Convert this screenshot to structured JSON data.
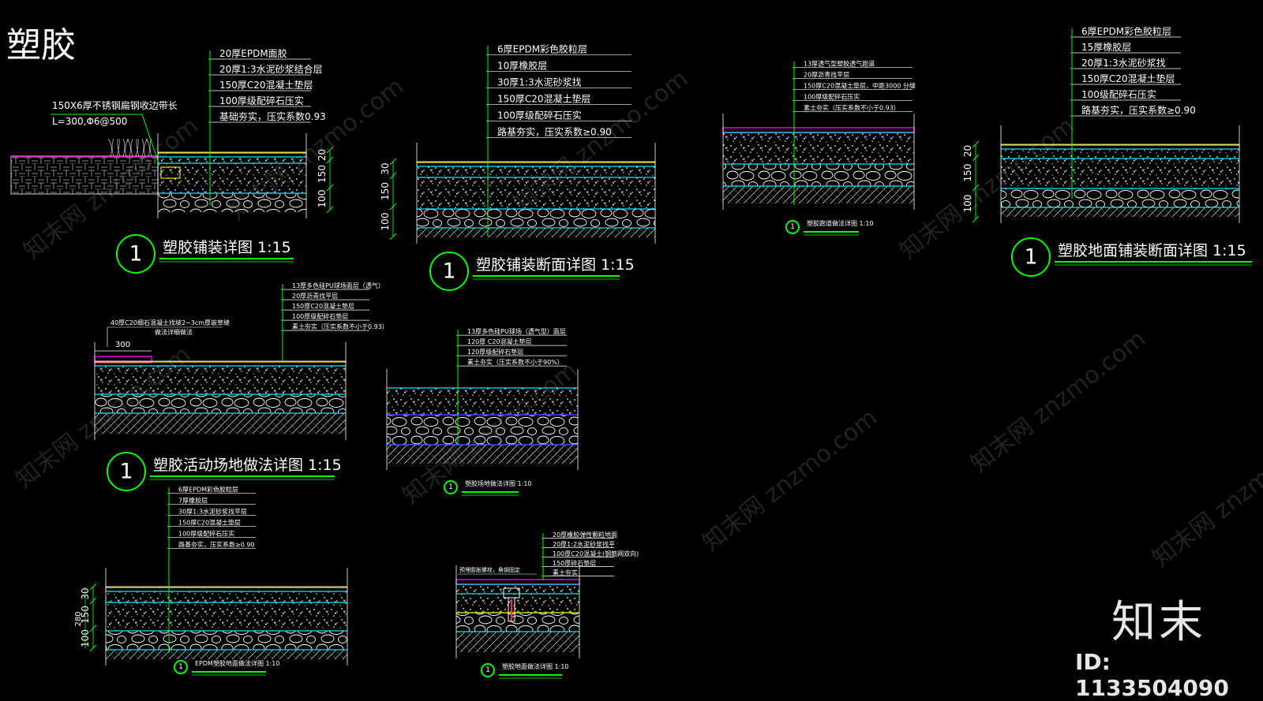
{
  "sheet_title": "塑胶",
  "details": [
    {
      "id": "d1",
      "layers": [
        "20厚EPDM面胶",
        "20厚1:3水泥砂浆结合层",
        "150厚C20混凝土垫层",
        "100厚级配碎石压实",
        "基础夯实，压实系数0.93"
      ],
      "note": [
        "150X6厚不锈钢扁钢收边带长",
        "L=300,Φ6@500"
      ],
      "dims": [
        "20",
        "150",
        "100"
      ],
      "title_num": "1",
      "title": "塑胶铺装详图 1:15"
    },
    {
      "id": "d2",
      "layers": [
        "6厚EPDM彩色胶粒层",
        "10厚橡胶层",
        "30厚1:3水泥砂浆找",
        "150厚C20混凝土垫层",
        "100厚级配碎石压实",
        "路基夯实，压实系数≥0.90"
      ],
      "dims": [
        "30",
        "150",
        "100"
      ],
      "title_num": "1",
      "title": "塑胶铺装断面详图 1:15"
    },
    {
      "id": "d3",
      "layers": [
        "13厚透气型塑胶透气跑道",
        "20厚沥青找平层",
        "150厚C20混凝土垫层，中距3000 分缝",
        "100厚级配碎石压实",
        "素土夯实（压实系数不小于0.93）"
      ],
      "title_num": "1",
      "title": "塑胶跑道做法详图 1:10"
    },
    {
      "id": "d4",
      "layers": [
        "6厚EPDM彩色胶粒层",
        "15厚橡胶层",
        "20厚1:3水泥砂浆找",
        "150厚C20混凝土垫层",
        "100级配碎石压实",
        "路基夯实，压实系数≥0.90"
      ],
      "dims": [
        "20",
        "150",
        "100"
      ],
      "title_num": "1",
      "title": "塑胶地面铺装断面详图 1:15"
    },
    {
      "id": "d5",
      "layers": [
        "13厚多色硅PU球场面层（透气）",
        "20厚沥青找平层",
        "150厚C20混凝土垫层",
        "100厚级配碎石垫层",
        "素土夯实（压实系数不小于0.93）"
      ],
      "note": [
        "40厚C20细石混凝土找坡2~3cm厚嵌草缝",
        "做法详细做法"
      ],
      "dims": [
        "300"
      ],
      "title_num": "1",
      "title": "塑胶活动场地做法详图 1:15"
    },
    {
      "id": "d6",
      "layers": [
        "13厚多色硅PU球场（透气型）面层",
        "120厚 C20混凝土垫层",
        "120厚级配碎石垫层",
        "素土夯实（压实系数不小于90%）"
      ],
      "title_num": "1",
      "title": "塑胶场地做法详图 1:10"
    },
    {
      "id": "d7",
      "layers": [
        "6厚EPDM彩色胶粒层",
        "7厚橡胶层",
        "30厚1:3水泥砂浆找平层",
        "150厚C20混凝土垫层",
        "100厚级配碎石压实",
        "路基夯实，压实系数≥0.90"
      ],
      "dims": [
        "30",
        "150",
        "100",
        "280"
      ],
      "title_num": "1",
      "title": "EPDM塑胶地面做法详图 1:10"
    },
    {
      "id": "d8",
      "layers": [
        "20厚橡胶弹性颗粒地面",
        "20厚1:2水泥砂浆找平",
        "100厚C20混凝土(钢筋网双向)",
        "150厚碎石垫层",
        "素土夯实"
      ],
      "note": [
        "预埋膨胀螺栓，角钢固定"
      ],
      "title_num": "1",
      "title": "塑胶地面做法详图 1:10"
    }
  ],
  "watermark": "znzmo.com",
  "watermark_cn": "知末网",
  "brand": "知末",
  "image_id": "ID: 1133504090",
  "colors": {
    "background": "#000000",
    "leader": "#00ff00",
    "outline": "#ffffff",
    "cyan_layer": "#00e5ff",
    "yellow_layer": "#f0e000",
    "magenta_layer": "#e000e0",
    "blue_layer": "#4040ff"
  }
}
